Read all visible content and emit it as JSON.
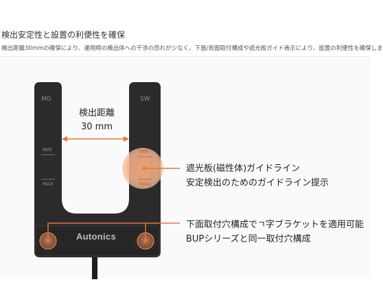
{
  "section": {
    "title": "検出安定性と設置の利便性を確保",
    "description": "検出距離30mmの確保により、運用時の検出体への干渉の恐れが少なく、下面/背面取付構成や遮光板ガイド表示により、設置の利便性を確保しま"
  },
  "figure": {
    "sensing_distance": {
      "label": "検出距離",
      "value": "30 mm"
    },
    "body_labels": {
      "left_top": "MG",
      "right_top": "SW",
      "min": "MIN",
      "max": "MAX"
    },
    "brand": "Autonics",
    "callouts": {
      "guide_line_1": "遮光板(磁性体)ガイドライン",
      "guide_line_2": "安定検出のためのガイドライン提示",
      "mount_line_1": "下面取付穴構成でㄱ字ブラケットを適用可能",
      "mount_line_2": "BUPシリーズと同一取付穴構成"
    },
    "accent_color": "#e8743b",
    "body_color": "#2b2b2b"
  }
}
